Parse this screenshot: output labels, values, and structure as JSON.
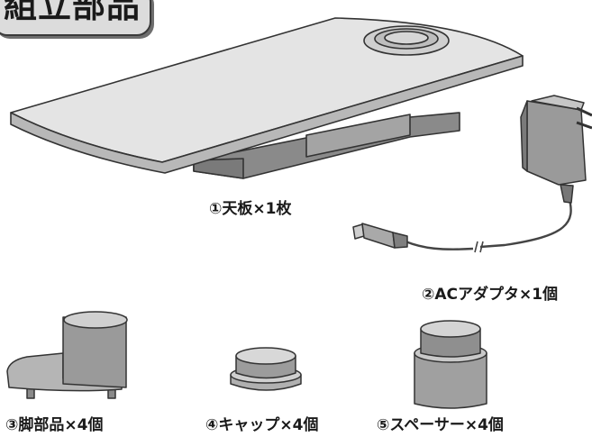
{
  "section_title": "組立部品",
  "parts": {
    "tabletop": "①天板×1枚",
    "ac_adapter": "②ACアダプタ×1個",
    "leg": "③脚部品×4個",
    "cap": "④キャップ×4個",
    "spacer": "⑤スペーサー×4個"
  }
}
